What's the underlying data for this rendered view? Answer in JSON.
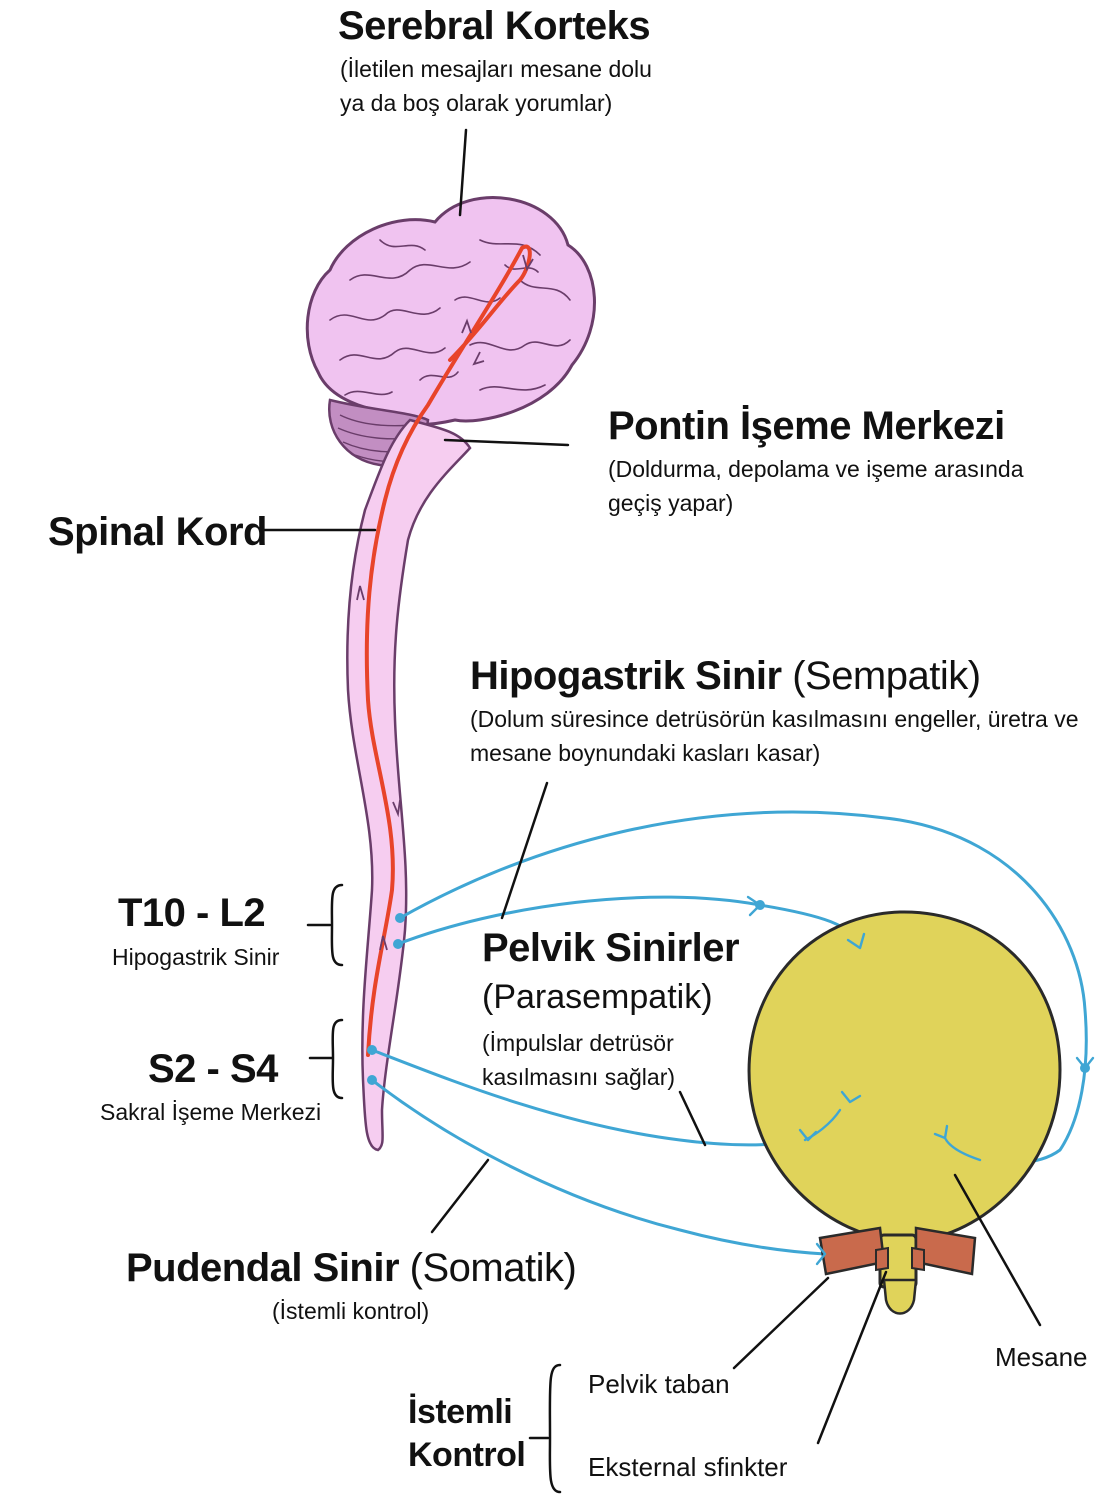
{
  "colors": {
    "brain_fill": "#f0c3f0",
    "brain_outline": "#6a3d6a",
    "cerebellum_fill": "#c28ec2",
    "spinal_fill": "#f6cdf0",
    "pathway": "#e8442a",
    "nerve": "#3fa6d4",
    "bladder_fill": "#e0d35a",
    "sphincter_fill": "#c96a4c",
    "text": "#111111"
  },
  "labels": {
    "cortex": {
      "title": "Serebral Korteks",
      "desc_1": "(İletilen mesajları mesane dolu",
      "desc_2": "ya da boş olarak yorumlar)"
    },
    "pontine": {
      "title": "Pontin İşeme Merkezi",
      "desc_1": "(Doldurma, depolama ve işeme arasında",
      "desc_2": "geçiş yapar)"
    },
    "spinal": {
      "title": "Spinal Kord"
    },
    "hypogastric": {
      "title": "Hipogastrik Sinir",
      "qualifier": "(Sempatik)",
      "desc_1": "(Dolum süresince detrüsörün kasılmasını engeller, üretra ve",
      "desc_2": "mesane boynundaki kasları kasar)"
    },
    "t10_l2": {
      "title": "T10 - L2",
      "sub": "Hipogastrik Sinir"
    },
    "pelvic": {
      "title": "Pelvik Sinirler",
      "qualifier": "(Parasempatik)",
      "desc_1": "(İmpulslar detrüsör",
      "desc_2": "kasılmasını sağlar)"
    },
    "s2_s4": {
      "title": "S2 - S4",
      "sub": "Sakral İşeme Merkezi"
    },
    "pudendal": {
      "title": "Pudendal Sinir",
      "qualifier": "(Somatik)",
      "desc": "(İstemli kontrol)"
    },
    "voluntary": {
      "line_1": "İstemli",
      "line_2": "Kontrol"
    },
    "pelvic_floor": "Pelvik taban",
    "external_sphincter": "Eksternal sfinkter",
    "bladder": "Mesane"
  }
}
